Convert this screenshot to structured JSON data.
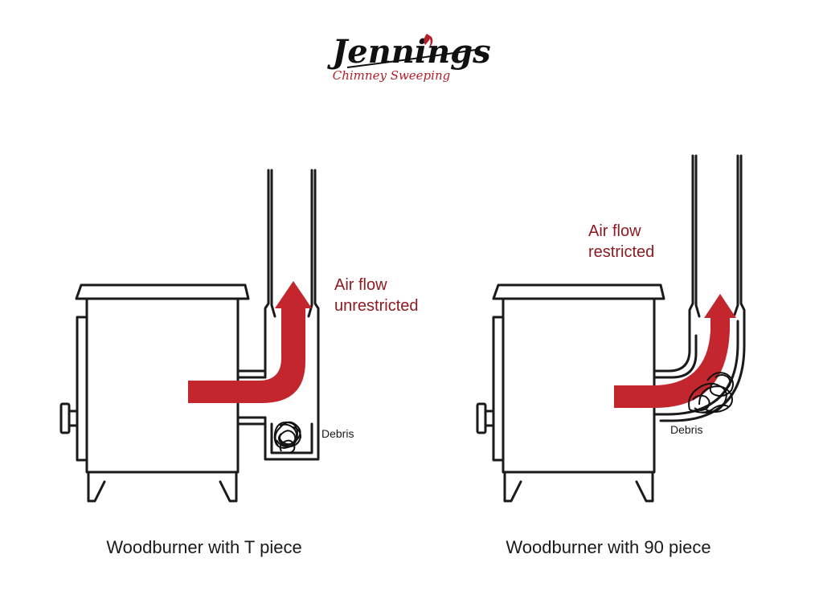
{
  "logo": {
    "name": "Jennings",
    "tagline": "Chimney Sweeping",
    "accent_color": "#b3202a"
  },
  "left_panel": {
    "airflow_line1": "Air flow",
    "airflow_line2": "unrestricted",
    "debris_label": "Debris",
    "caption": "Woodburner with T piece"
  },
  "right_panel": {
    "airflow_line1": "Air flow",
    "airflow_line2": "restricted",
    "debris_label": "Debris",
    "caption": "Woodburner with 90  piece"
  },
  "colors": {
    "arrow": "#c4262e",
    "label": "#8e1b22",
    "outline": "#1a1a1a"
  }
}
